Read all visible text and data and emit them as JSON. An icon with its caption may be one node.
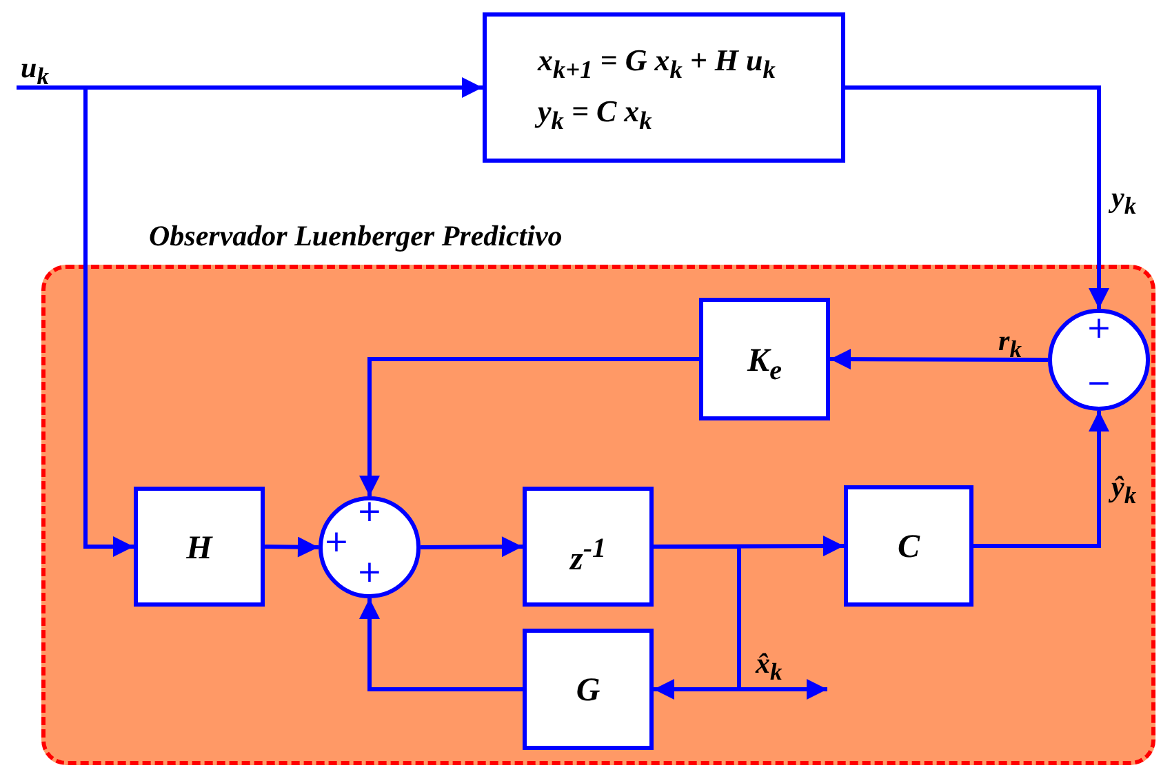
{
  "diagram": {
    "nodes": [
      {
        "text": [
          "x$_{k+1}$ = G x$_{k}$ + H u$_{k}$",
          "y$_{k}$ = C x$_{k}$"
        ]
      },
      {
        "text": [
          "Observador Luenberger Predictivo"
        ]
      },
      {
        "text": [
          "K$_{e}$"
        ],
        "in": 1
      },
      {
        "text": [
          "+",
          "−"
        ],
        "in": 1
      },
      {
        "text": [
          "H"
        ],
        "in": 1
      },
      {
        "text": [
          "+",
          "+",
          "+"
        ],
        "in": 1
      },
      {
        "text": [
          "z$^{-1}$"
        ],
        "in": 1
      },
      {
        "text": [
          "C"
        ],
        "in": 1
      },
      {
        "text": [
          "G"
        ],
        "in": 1
      }
    ],
    "edges": [
      {
        "from": null,
        "to": 0,
        "arrow": "to",
        "label": "u$_{k}$"
      },
      {
        "from": null,
        "to": 4,
        "arrow": "to"
      },
      {
        "from": 0,
        "to": 3,
        "arrow": "to",
        "label": "y$_{k}$"
      },
      {
        "from": 3,
        "to": 2,
        "arrow": "to",
        "label": "r$_{k}$"
      },
      {
        "from": 2,
        "to": 5,
        "arrow": "to"
      },
      {
        "from": 4,
        "to": 5,
        "arrow": "to"
      },
      {
        "from": 8,
        "to": 5,
        "arrow": "to"
      },
      {
        "from": 5,
        "to": 6,
        "arrow": "to"
      },
      {
        "from": 6,
        "to": 7,
        "arrow": "to"
      },
      {
        "from": 6,
        "to": 8,
        "arrow": "to"
      },
      {
        "from": 6,
        "to": null,
        "arrow": "to",
        "label": "x̂$_{k}$"
      },
      {
        "from": 7,
        "to": 3,
        "arrow": "to",
        "label": "ŷ$_{k}$"
      }
    ]
  }
}
